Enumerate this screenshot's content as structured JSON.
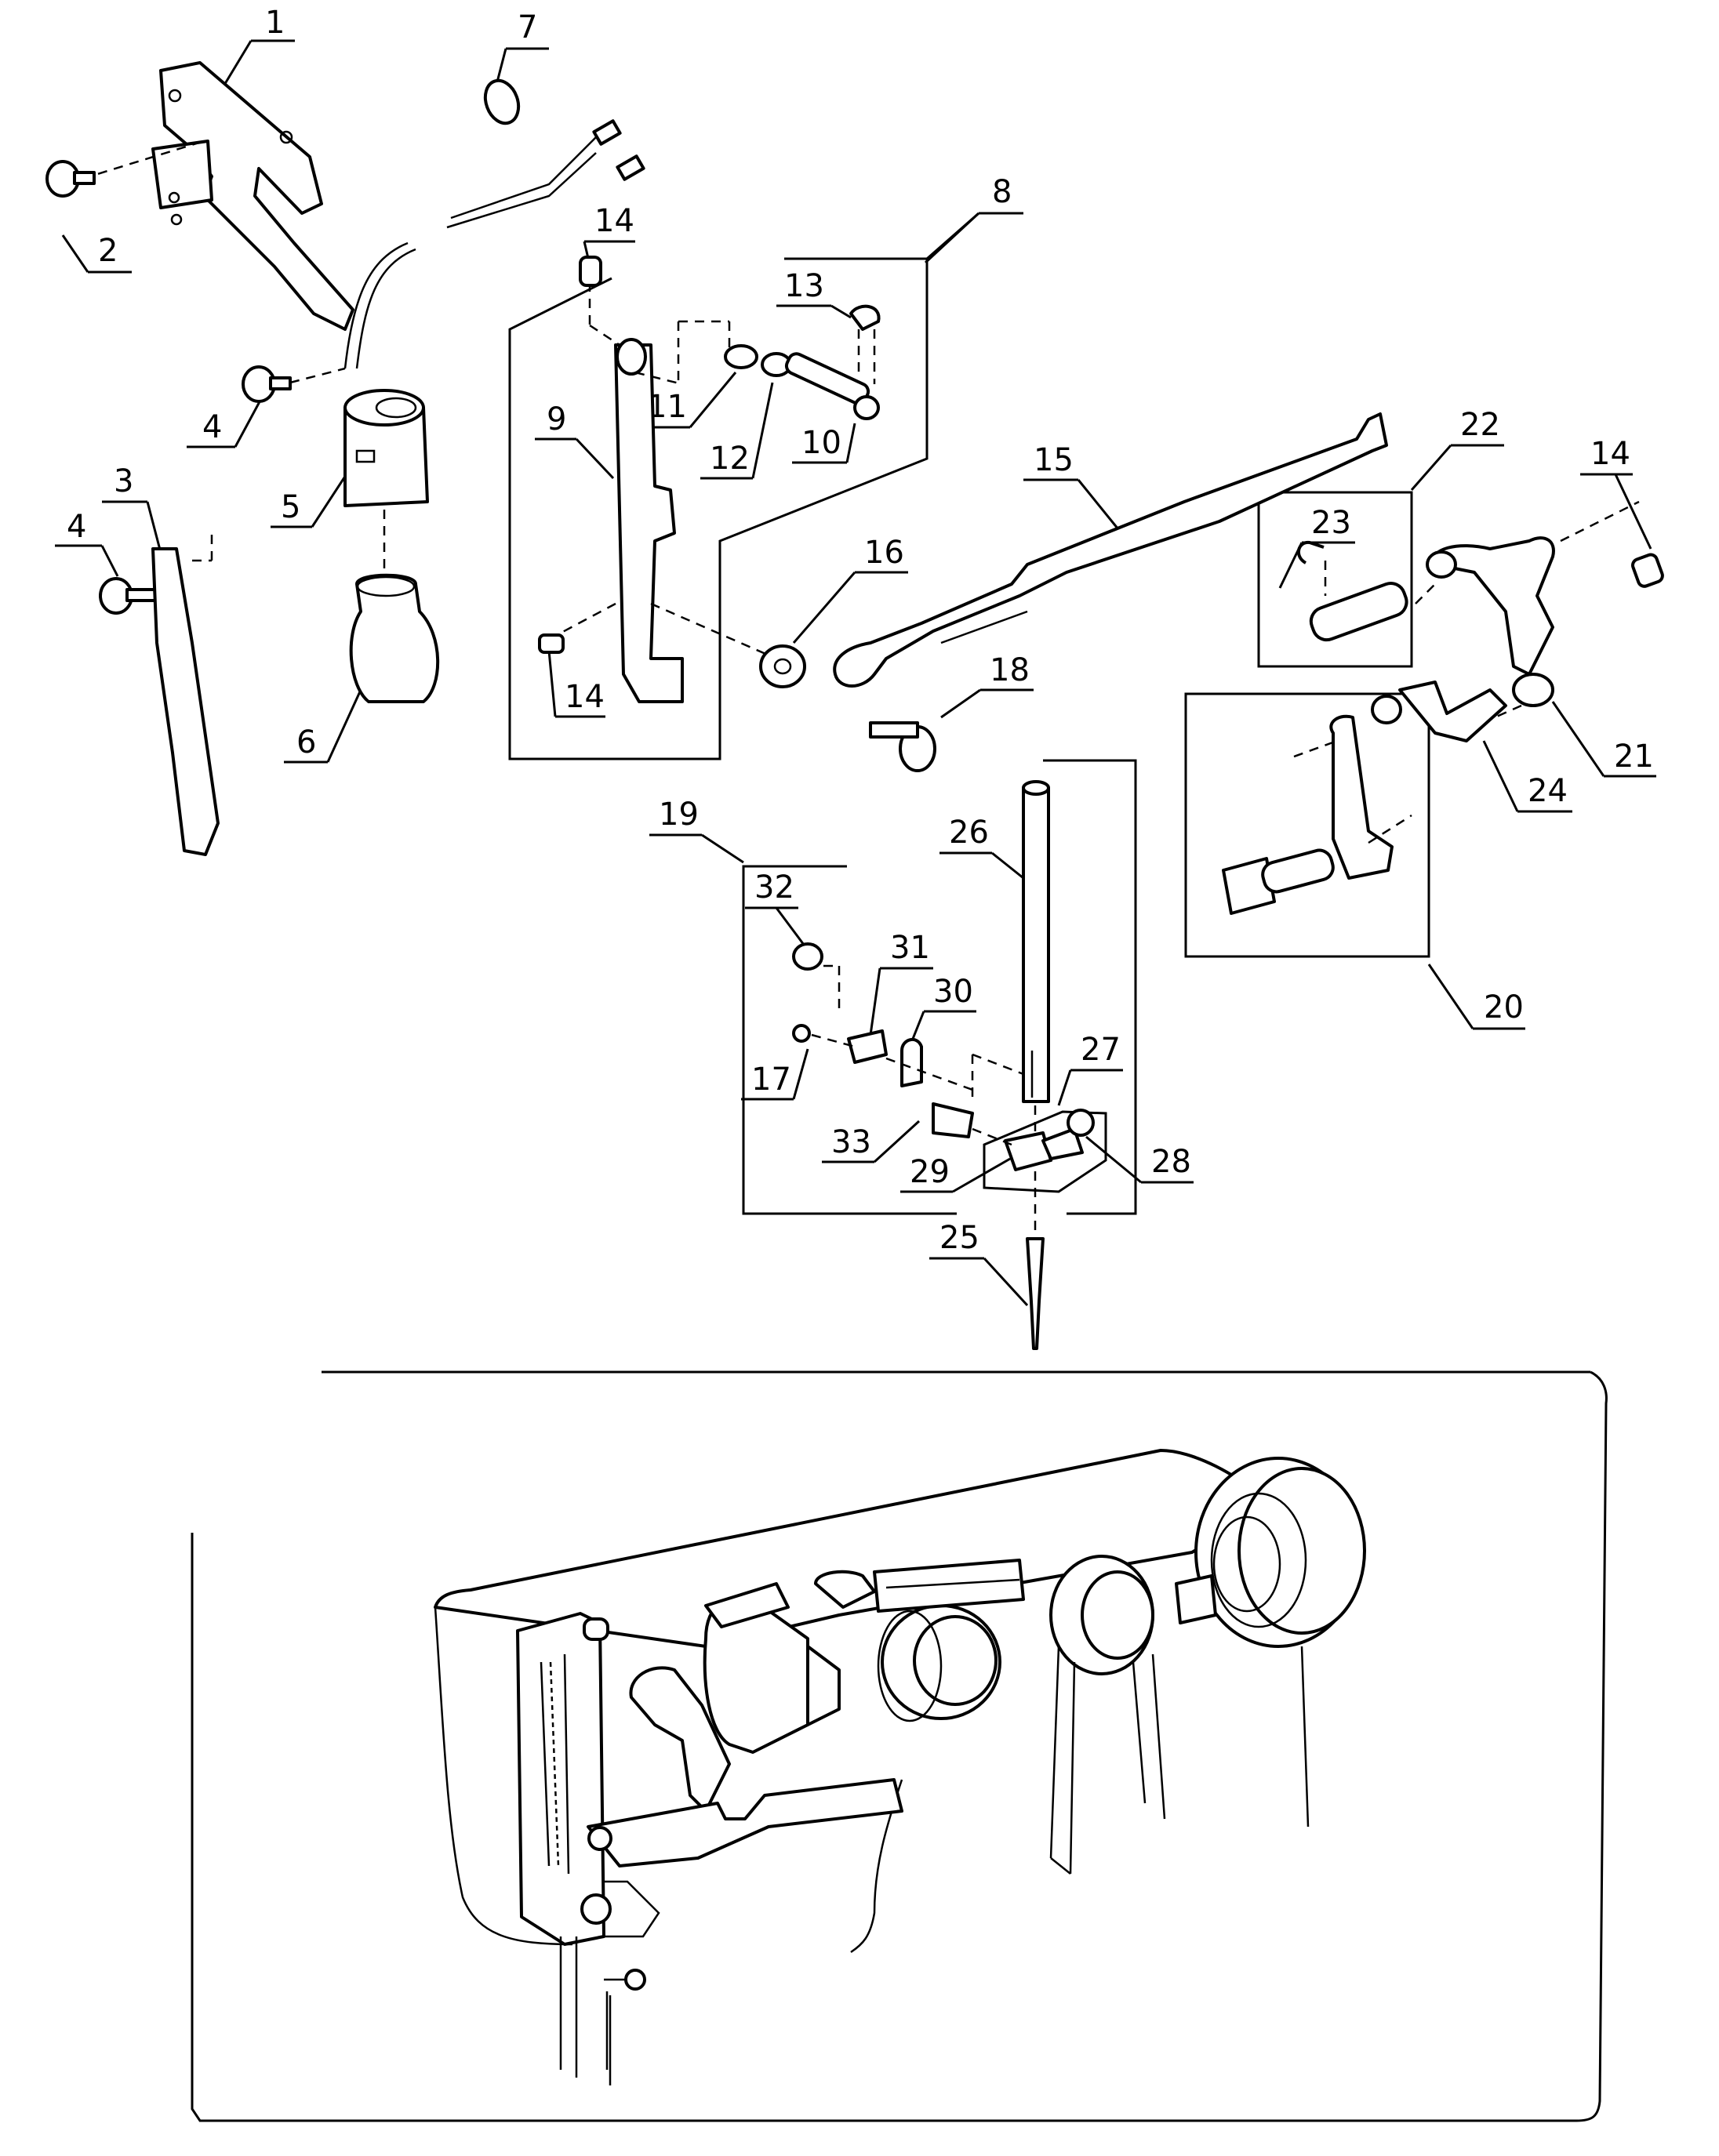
{
  "part_labels": {
    "p1": "1",
    "p2": "2",
    "p3": "3",
    "p4a": "4",
    "p4b": "4",
    "p5": "5",
    "p6": "6",
    "p7": "7",
    "p8": "8",
    "p9": "9",
    "p10": "10",
    "p11": "11",
    "p12": "12",
    "p13": "13",
    "p14a": "14",
    "p14b": "14",
    "p14c": "14",
    "p15": "15",
    "p16": "16",
    "p17": "17",
    "p18": "18",
    "p19": "19",
    "p20": "20",
    "p21": "21",
    "p22": "22",
    "p23": "23",
    "p24": "24",
    "p25": "25",
    "p26": "26",
    "p27": "27",
    "p28": "28",
    "p29": "29",
    "p30": "30",
    "p31": "31",
    "p32": "32",
    "p33": "33"
  }
}
